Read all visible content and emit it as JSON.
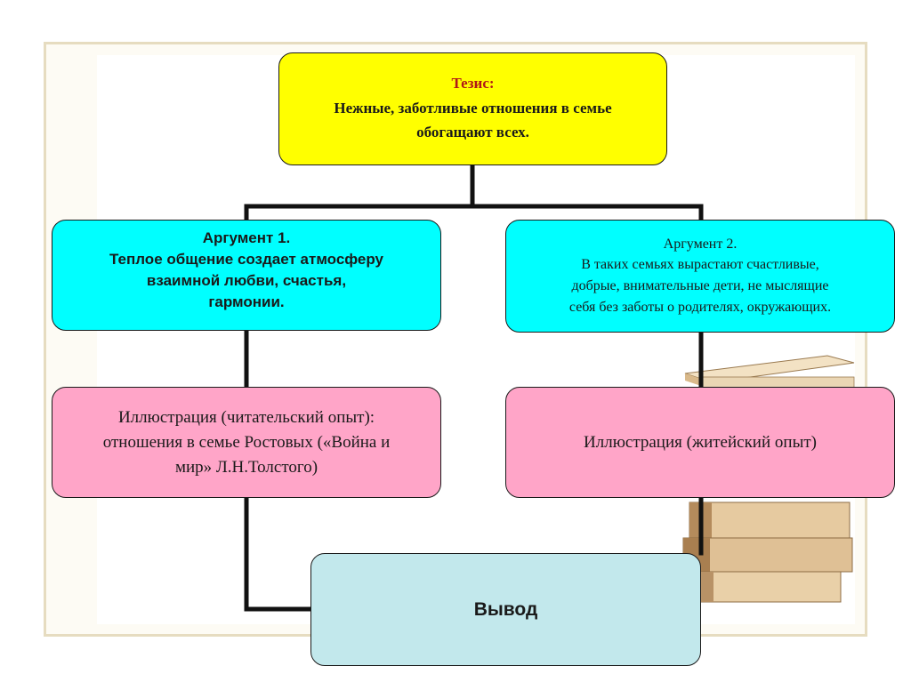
{
  "thesis": {
    "heading": "Тезис:",
    "lines": [
      "Нежные, заботливые отношения в семье",
      "обогащают всех."
    ]
  },
  "argument1": {
    "heading": "Аргумент 1.",
    "lines": [
      "Теплое общение создает атмосферу",
      "взаимной любви,  счастья,",
      "гармонии."
    ]
  },
  "argument2": {
    "heading": "Аргумент 2.",
    "lines": [
      "В таких семьях вырастают счастливые,",
      "добрые, внимательные дети, не мыслящие",
      "себя без заботы о родителях, окружающих."
    ]
  },
  "illustration1": {
    "lines": [
      "Иллюстрация (читательский опыт):",
      "отношения в семье Ростовых («Война и",
      "мир» Л.Н.Толстого)"
    ]
  },
  "illustration2": {
    "lines": [
      "Иллюстрация (житейский опыт)"
    ]
  },
  "conclusion": {
    "label": "Вывод"
  },
  "colors": {
    "thesis": "#ffff00",
    "argument": "#00ffff",
    "illustration": "#ffa5c8",
    "conclusion": "#c2e8ec",
    "thesis_heading": "#b01818",
    "connector": "#111111"
  },
  "decoration": {
    "icon": "book-stack-icon"
  }
}
